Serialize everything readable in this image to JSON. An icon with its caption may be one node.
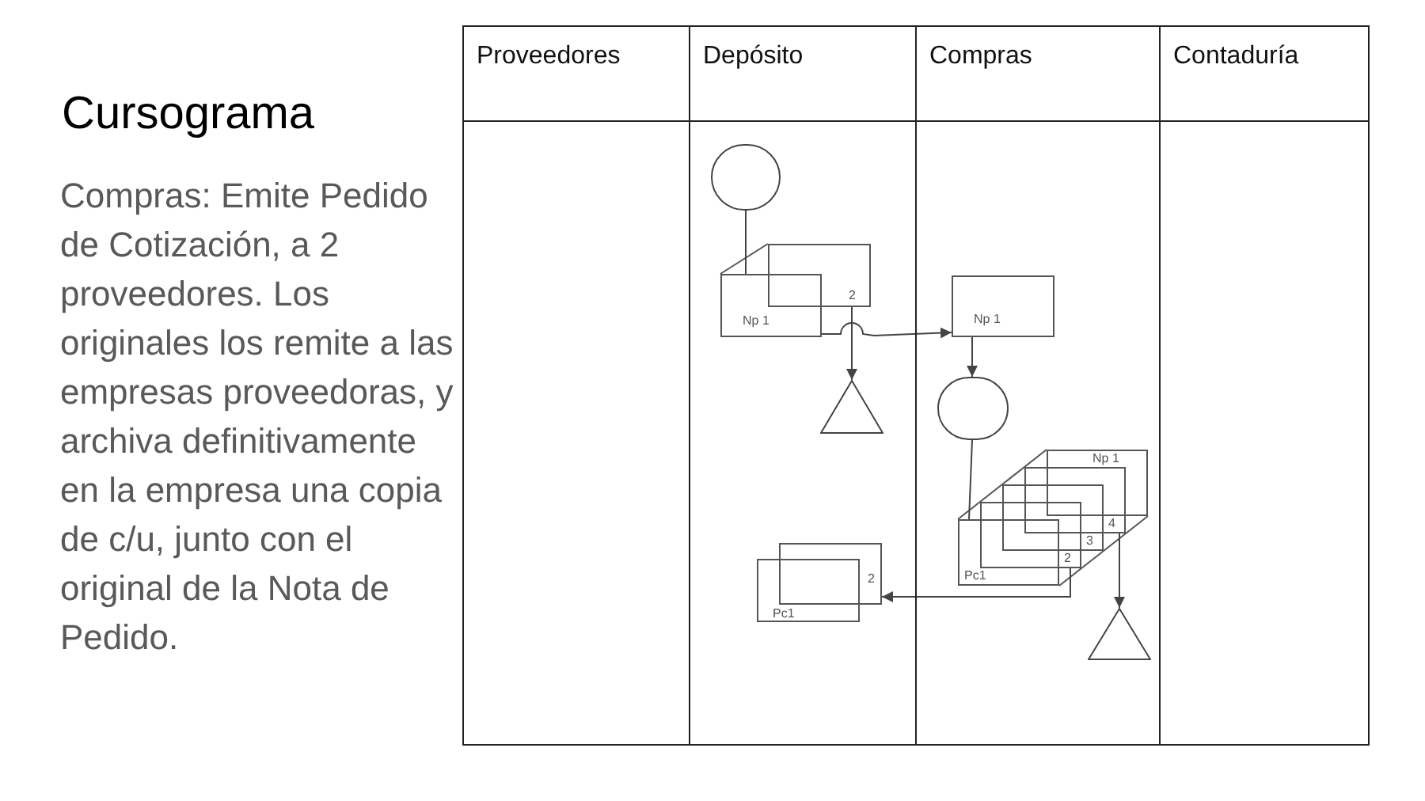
{
  "diagram": {
    "title": "Cursograma",
    "nodes": [
      {
        "text": [
          "Proveedores"
        ]
      },
      {
        "text": [
          "Depósito"
        ]
      },
      {
        "text": [
          "Compras"
        ]
      },
      {
        "text": [
          "Contaduría"
        ]
      },
      {
        "text": [],
        "shape": "circle",
        "in": 1
      },
      {
        "text": [
          "Np 1"
        ],
        "in": 1
      },
      {
        "text": [
          "2"
        ],
        "in": 1
      },
      {
        "text": [],
        "shape": "triangle",
        "in": 1
      },
      {
        "text": [
          "Pc1"
        ],
        "in": 1
      },
      {
        "text": [
          "2"
        ],
        "in": 1
      },
      {
        "text": [
          "Np 1"
        ],
        "in": 2
      },
      {
        "text": [],
        "shape": "circle",
        "in": 2
      },
      {
        "text": [
          "Pc1"
        ],
        "in": 2
      },
      {
        "text": [
          "2"
        ],
        "in": 2
      },
      {
        "text": [
          "3"
        ],
        "in": 2
      },
      {
        "text": [
          "4"
        ],
        "in": 2
      },
      {
        "text": [
          "Np 1"
        ],
        "in": 2
      },
      {
        "text": [],
        "shape": "triangle",
        "in": 2
      }
    ],
    "edges": [
      {
        "from": 4,
        "to": 5,
        "arrow": "none"
      },
      {
        "from": 6,
        "to": 7,
        "arrow": "to"
      },
      {
        "from": 5,
        "to": 10,
        "arrow": "to"
      },
      {
        "from": 10,
        "to": 11,
        "arrow": "to"
      },
      {
        "from": 11,
        "to": 12,
        "arrow": "none"
      },
      {
        "from": 15,
        "to": 17,
        "arrow": "to"
      },
      {
        "from": 13,
        "to": 9,
        "arrow": "to"
      }
    ],
    "labels": [
      "Compras: Emite Pedido de Cotización, a 2 proveedores. Los originales los remite a las empresas proveedoras, y archiva definitivamente en la empresa una copia de c/u, junto con el original de la Nota de Pedido."
    ]
  }
}
